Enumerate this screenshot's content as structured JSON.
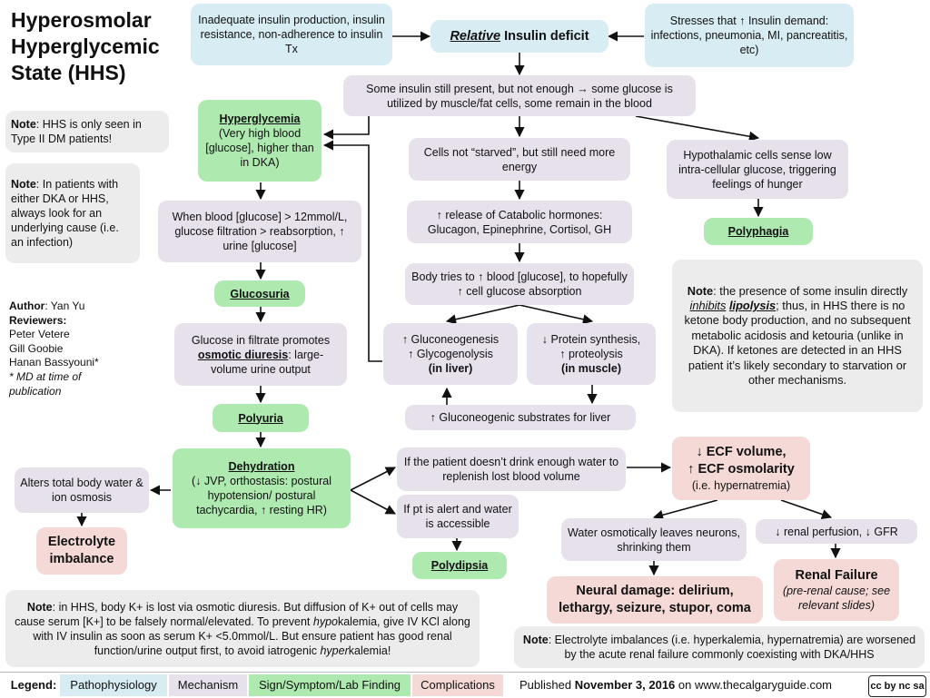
{
  "title": "Hyperosmolar Hyperglycemic State (HHS)",
  "note_type2_label": "Note",
  "note_type2": ": HHS is only seen in Type II DM patients!",
  "note_cause_label": "Note",
  "note_cause": ": In patients with either DKA or HHS, always look for an underlying cause (i.e. an infection)",
  "author": {
    "author_label": "Author",
    "author_name": ": Yan Yu",
    "reviewers_label": "Reviewers",
    "reviewers": [
      "Peter Vetere",
      "Gill Goobie",
      "Hanan Bassyouni*"
    ],
    "footnote": "* MD at time of publication"
  },
  "nodes": {
    "insulin_cause": "Inadequate insulin production, insulin resistance, non-adherence to insulin Tx",
    "relative_word": "Relative",
    "insulin_deficit": " Insulin deficit",
    "stresses": "Stresses that ↑ Insulin demand: infections, pneumonia, MI, pancreatitis, etc)",
    "some_insulin": "Some insulin still present, but not enough → some glucose is utilized by muscle/fat cells, some remain in the blood",
    "hyperglycemia_title": "Hyperglycemia",
    "hyperglycemia_desc": "(Very high blood [glucose], higher than in DKA)",
    "reabsorption": "When blood [glucose] > 12mmol/L, glucose filtration > reabsorption, ↑ urine [glucose]",
    "glucosuria": "Glucosuria",
    "osmotic_pre": "Glucose in filtrate promotes ",
    "osmotic_term": "osmotic diuresis",
    "osmotic_post": ": large-volume urine output",
    "polyuria": "Polyuria",
    "dehydration_title": "Dehydration",
    "dehydration_desc": "(↓ JVP, orthostasis: postural hypotension/ postural tachycardia, ↑ resting HR)",
    "alters_water": "Alters total body water & ion osmosis",
    "electrolyte": "Electrolyte imbalance",
    "cells_not_starved": "Cells not “starved”, but still need more energy",
    "catabolic": "↑ release of Catabolic hormones: Glucagon, Epinephrine, Cortisol, GH",
    "body_tries": "Body tries to ↑ blood [glucose], to hopefully ↑ cell glucose absorption",
    "gluconeo_liver": "↑ Gluconeogenesis\n↑ Glycogenolysis",
    "in_liver": "(in liver)",
    "protein_muscle": "↓ Protein synthesis,\n↑ proteolysis",
    "in_muscle": "(in muscle)",
    "gluconeo_substrates": "↑ Gluconeogenic substrates for liver",
    "hypothalamic": "Hypothalamic cells sense low intra-cellular glucose, triggering feelings of hunger",
    "polyphagia": "Polyphagia",
    "ketone_note": {
      "label": "Note",
      "p1": ": the presence of some insulin directly ",
      "inhibits": "inhibits",
      "lipolysis": "lipolysis",
      "p2": "; thus, in HHS there is no ketone body production, and no subsequent metabolic acidosis and ketouria (unlike in DKA). If ketones are detected in an HHS patient it’s likely secondary to starvation or other mechanisms."
    },
    "not_drink": "If the patient doesn’t drink enough water to replenish lost blood volume",
    "alert": "If pt is alert and water is accessible",
    "polydipsia": "Polydipsia",
    "ecf_line1": "↓ ECF volume,",
    "ecf_line2": "↑ ECF osmolarity",
    "ecf_sub": "(i.e. hypernatremia)",
    "water_osmotic": "Water osmotically leaves neurons, shrinking them",
    "neural": "Neural damage: delirium, lethargy, seizure, stupor, coma",
    "renal_perfusion": "↓ renal perfusion, ↓ GFR",
    "renal_failure": "Renal Failure",
    "renal_failure_sub": "(pre-renal cause; see relevant slides)"
  },
  "note_potassium": {
    "label": "Note",
    "p1": ": in HHS, body K+ is lost via osmotic diuresis. But diffusion of K+ out of cells may cause serum [K+] to be falsely normal/elevated. To prevent ",
    "hypo": "hypo",
    "p2": "kalemia, give IV KCl along with IV insulin as soon as serum K+ <5.0mmol/L. But ensure patient has good renal function/urine output first, to avoid iatrogenic ",
    "hyper": "hyper",
    "p3": "kalemia!"
  },
  "note_electrolyte": {
    "label": "Note",
    "text": ": Electrolyte imbalances (i.e. hyperkalemia, hypernatremia) are worsened by the acute renal failure commonly coexisting with DKA/HHS"
  },
  "legend": {
    "label": "Legend:",
    "items": [
      "Pathophysiology",
      "Mechanism",
      "Sign/Symptom/Lab Finding",
      "Complications"
    ],
    "colors": [
      "#d7ecf3",
      "#e7e1ec",
      "#aeeab0",
      "#f4d9d6"
    ]
  },
  "published": {
    "prefix": "Published ",
    "date": "November 3, 2016",
    "suffix": " on www.thecalgaryguide.com"
  },
  "license_badge": "cc by nc sa"
}
